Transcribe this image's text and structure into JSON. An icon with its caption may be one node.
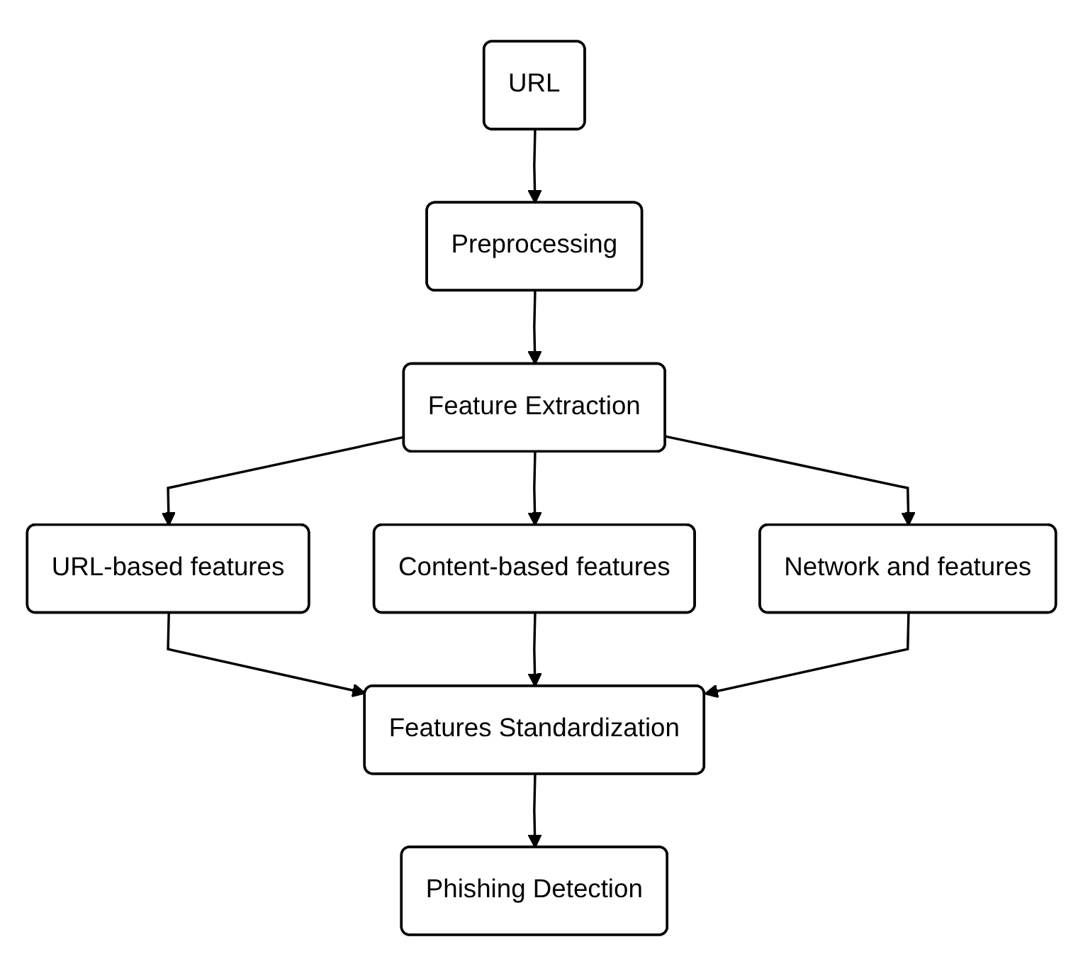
{
  "diagram": {
    "nodes": [
      {
        "text": [
          "URL"
        ]
      },
      {
        "text": [
          "Preprocessing"
        ]
      },
      {
        "text": [
          "Feature Extraction"
        ]
      },
      {
        "text": [
          "URL-based features"
        ]
      },
      {
        "text": [
          "Content-based features"
        ]
      },
      {
        "text": [
          "Network and features"
        ]
      },
      {
        "text": [
          "Features Standardization"
        ]
      },
      {
        "text": [
          "Phishing Detection"
        ]
      }
    ],
    "edges": [
      {
        "from": 0,
        "to": 1,
        "arrow": "to"
      },
      {
        "from": 1,
        "to": 2,
        "arrow": "to"
      },
      {
        "from": 2,
        "to": 3,
        "arrow": "to"
      },
      {
        "from": 2,
        "to": 4,
        "arrow": "to"
      },
      {
        "from": 2,
        "to": 5,
        "arrow": "to"
      },
      {
        "from": 3,
        "to": 6,
        "arrow": "to"
      },
      {
        "from": 4,
        "to": 6,
        "arrow": "to"
      },
      {
        "from": 5,
        "to": 6,
        "arrow": "to"
      },
      {
        "from": 6,
        "to": 7,
        "arrow": "to"
      }
    ]
  }
}
